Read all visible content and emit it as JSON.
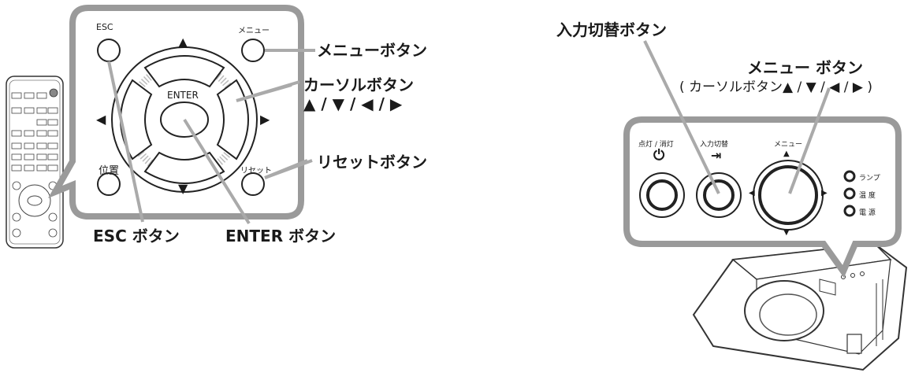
{
  "left_panel": {
    "esc_key": "ESC",
    "menu_key": "メニュー",
    "enter_key": "ENTER",
    "position_key": "位置",
    "reset_key": "リセット",
    "up_arrow": "▲",
    "down_arrow": "▼",
    "left_arrow": "◀",
    "right_arrow": "▶"
  },
  "callouts": {
    "menu_button": "メニューボタン",
    "cursor_button": "カーソルボタン",
    "cursor_arrows": "▲ / ▼ / ◀ / ▶",
    "reset_button": "リセットボタン",
    "esc_button": "ESC ボタン",
    "enter_button": "ENTER ボタン",
    "input_switch_button": "入力切替ボタン",
    "projector_menu_button": "メニュー ボタン",
    "projector_cursor_note": "( カーソルボタン▲ / ▼ / ◀ / ▶ )"
  },
  "control_panel": {
    "power_label": "点灯 / 消灯",
    "input_label": "入力切替",
    "menu_label": "メニュー",
    "lamp_indicator": "ランプ",
    "temp_indicator": "温 度",
    "power_indicator": "電 源"
  }
}
